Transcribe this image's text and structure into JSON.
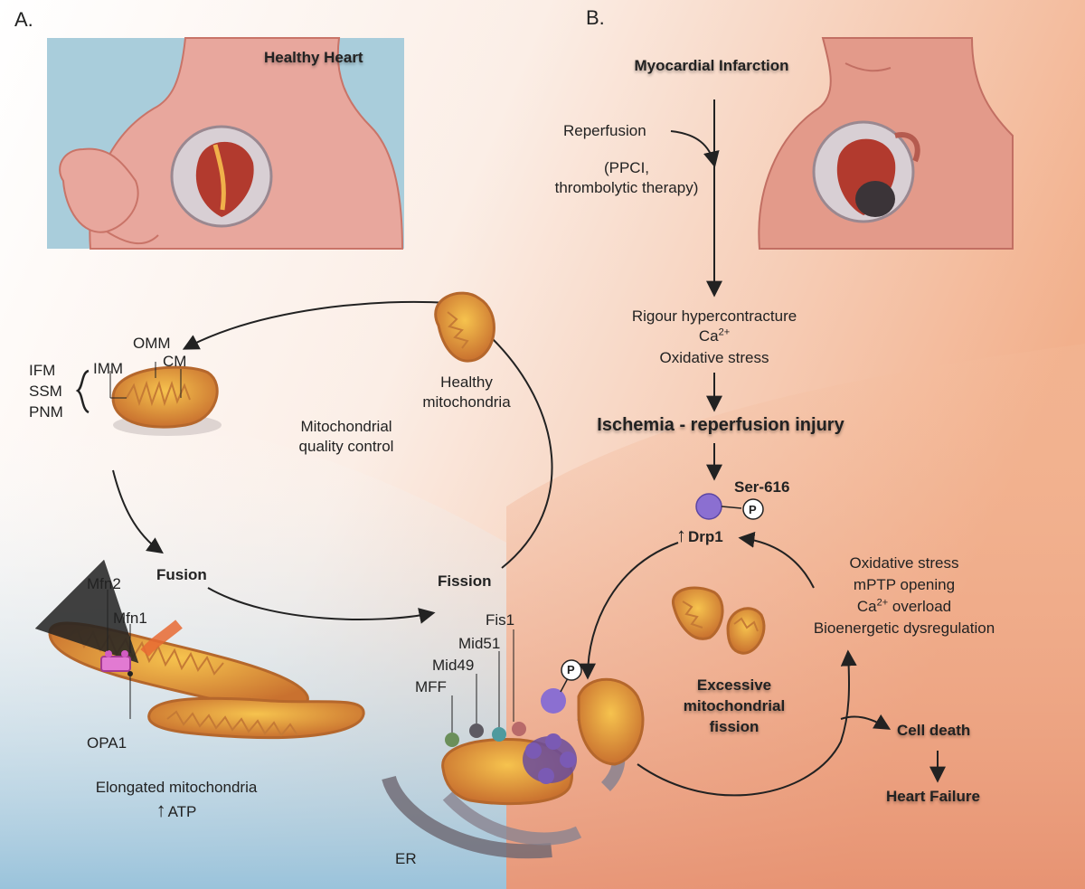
{
  "panels": {
    "a_label": "A.",
    "b_label": "B."
  },
  "panel_a": {
    "healthy_heart": "Healthy Heart",
    "mito_labels": {
      "omm": "OMM",
      "imm": "IMM",
      "cm": "CM",
      "ifm": "IFM",
      "ssm": "SSM",
      "pnm": "PNM"
    },
    "quality_control": [
      "Mitochondrial",
      "quality control"
    ],
    "healthy_mito": [
      "Healthy",
      "mitochondria"
    ],
    "fusion": "Fusion",
    "fission": "Fission",
    "fusion_proteins": {
      "mfn2": "Mfn2",
      "mfn1": "Mfn1",
      "opa1": "OPA1"
    },
    "elongated": "Elongated mitochondria",
    "atp": "ATP",
    "fission_proteins": {
      "fis1": "Fis1",
      "mid51": "Mid51",
      "mid49": "Mid49",
      "mff": "MFF",
      "er": "ER"
    },
    "phospho_small": "P"
  },
  "panel_b": {
    "mi": "Myocardial Infarction",
    "reperfusion": "Reperfusion",
    "therapy": [
      "(PPCI,",
      "thrombolytic therapy)"
    ],
    "rigour": "Rigour hypercontracture",
    "ca": "Ca",
    "ca_sup": "2+",
    "oxstress": "Oxidative stress",
    "iri": "Ischemia - reperfusion injury",
    "ser": "Ser-616",
    "p": "P",
    "drp1": "Drp1",
    "side_list": {
      "ox": "Oxidative stress",
      "mptp": "mPTP opening",
      "ca": "Ca",
      "ca_sup": "2+",
      "ca_rest": " overload",
      "bio": "Bioenergetic dysregulation"
    },
    "excessive": [
      "Excessive",
      "mitochondrial",
      "fission"
    ],
    "cell_death": "Cell death",
    "heart_failure": "Heart Failure"
  },
  "colors": {
    "heart_bg": "#a9cddb",
    "skin": "#e7a49a",
    "mito_outer": "#d98a3e",
    "mito_inner": "#f2b544",
    "drp1": "#8b6fd1",
    "arrow": "#222222"
  }
}
